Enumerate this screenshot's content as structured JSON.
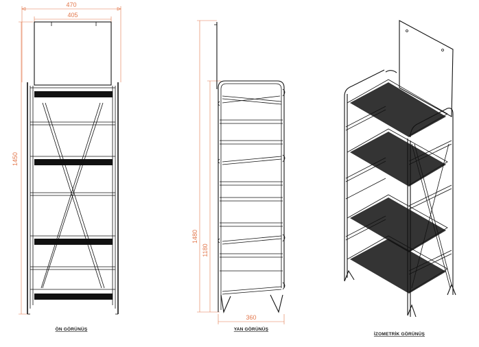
{
  "dimensions": {
    "front_overall_width": "470",
    "front_panel_width": "405",
    "front_height": "1450",
    "side_height_total": "1480",
    "side_height_inner": "1180",
    "side_depth": "360"
  },
  "captions": {
    "front": "ÖN GÖRÜNÜŞ",
    "side": "YAN GÖRÜNÜŞ",
    "iso": "İZOMETRİK GÖRÜNÜŞ"
  },
  "colors": {
    "dimension": "#e2764a",
    "line": "#111111"
  }
}
